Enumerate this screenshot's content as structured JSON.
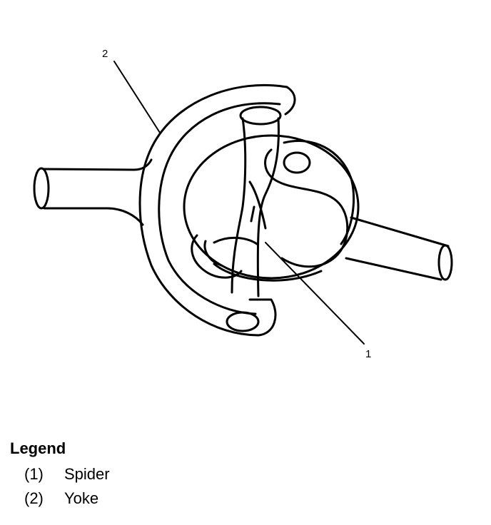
{
  "diagram": {
    "callouts": [
      {
        "id": "1",
        "text": "1"
      },
      {
        "id": "2",
        "text": "2"
      }
    ]
  },
  "legend": {
    "title": "Legend",
    "items": [
      {
        "number": "(1)",
        "label": "Spider"
      },
      {
        "number": "(2)",
        "label": "Yoke"
      }
    ]
  }
}
